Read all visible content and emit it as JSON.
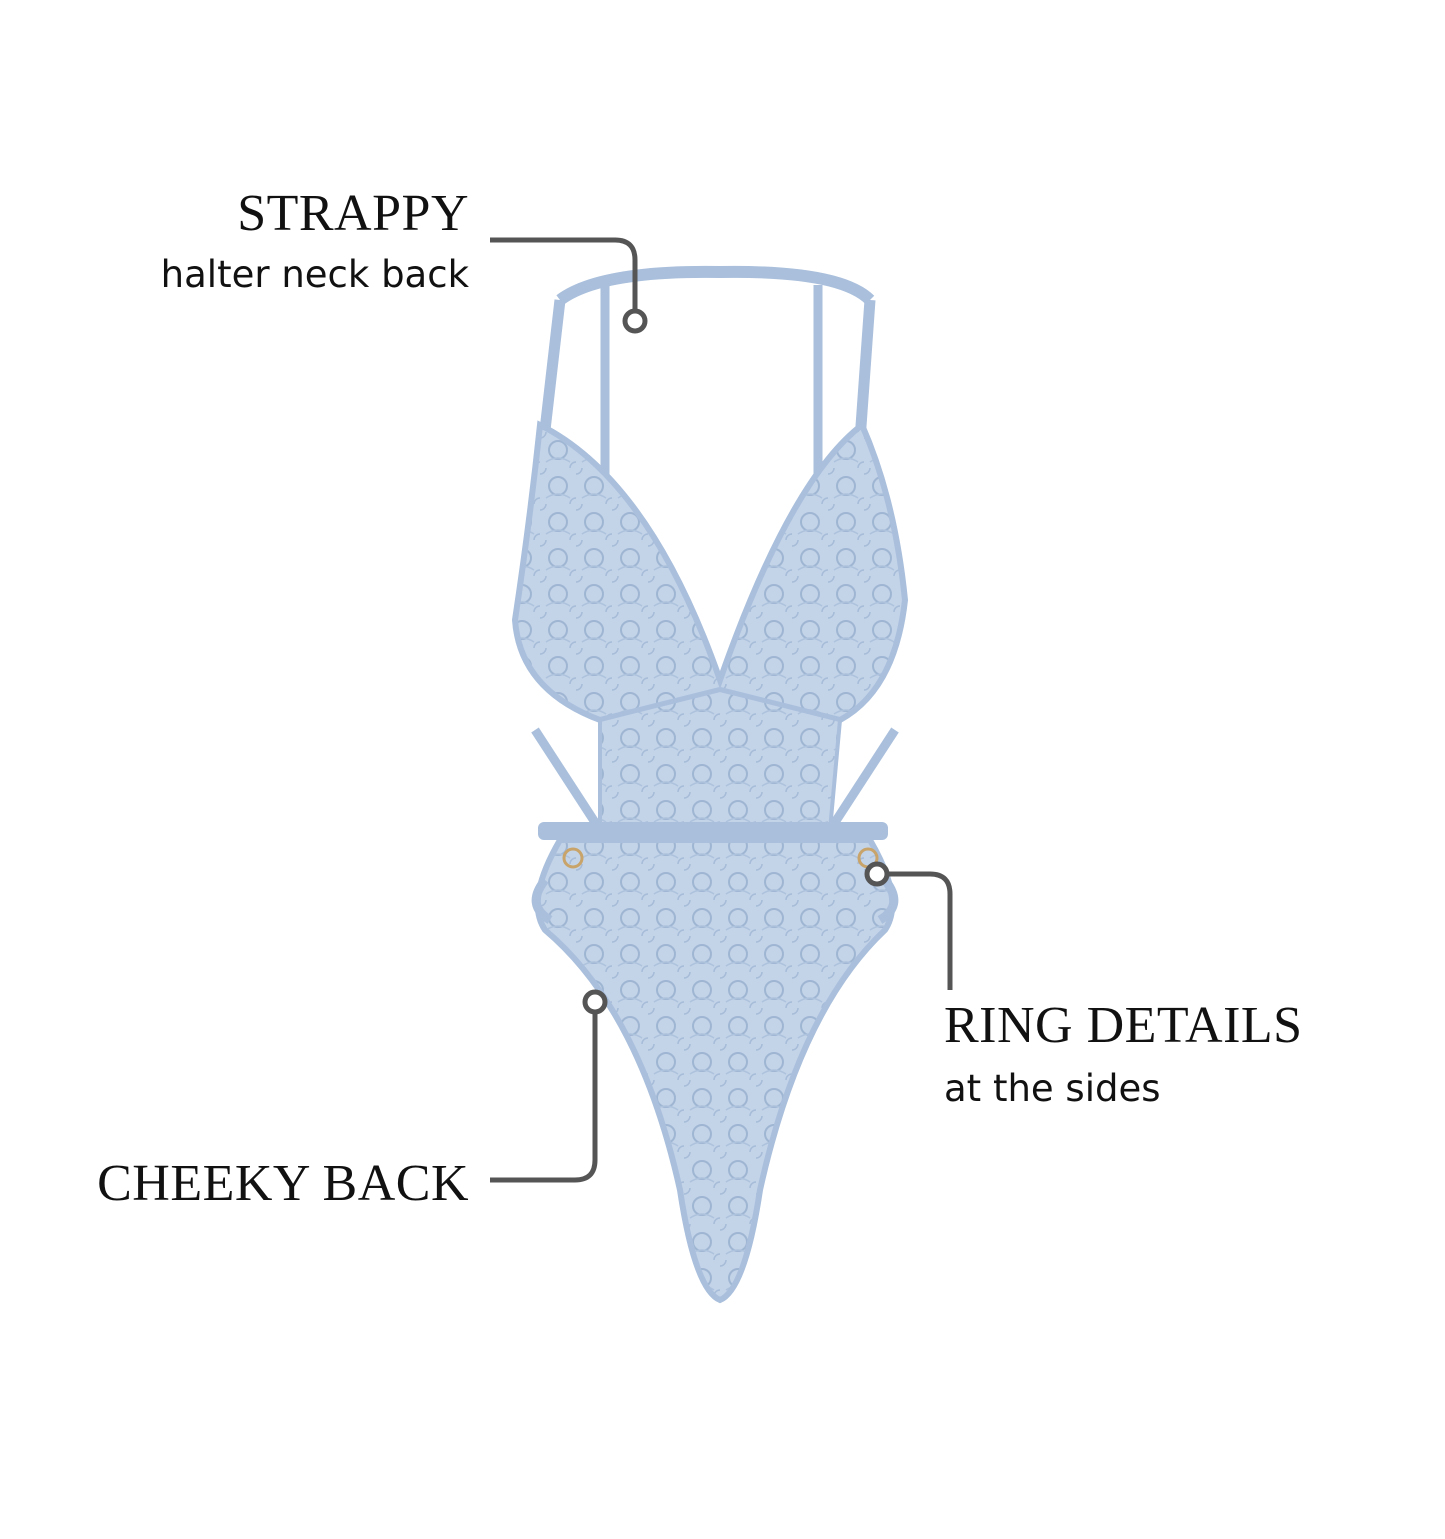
{
  "callouts": {
    "strappy": {
      "title": "STRAPPY",
      "subtitle": "halter neck back"
    },
    "ring": {
      "title": "RING DETAILS",
      "subtitle": "at the sides"
    },
    "cheeky": {
      "title": "CHEEKY BACK"
    }
  },
  "colors": {
    "garment_fill": "#bfd0e6",
    "garment_lace": "#9fb6d3",
    "strap": "#a9bfdc",
    "leader_line": "#555555",
    "text": "#111111",
    "ring_metal": "#c9a46a"
  },
  "icons": {
    "garment": "lace-bodysuit-illustration",
    "pointer": "leader-dot-icon"
  }
}
